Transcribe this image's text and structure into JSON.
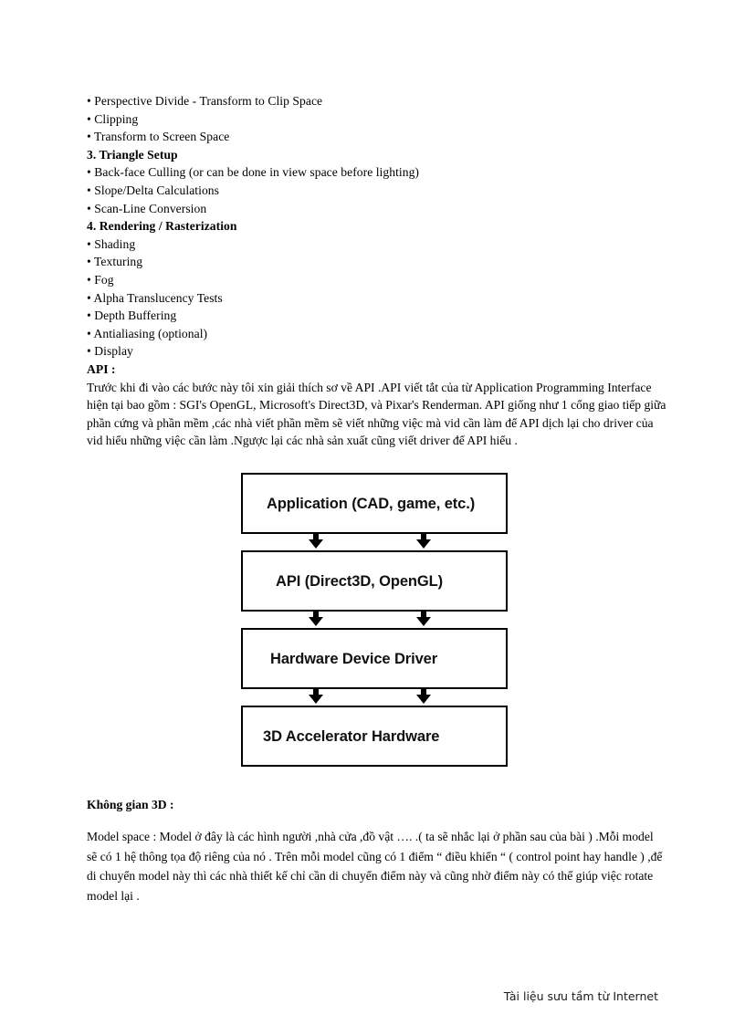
{
  "document": {
    "pipeline_lines": [
      {
        "text": "• Perspective Divide - Transform to Clip Space",
        "bold": false
      },
      {
        "text": "• Clipping",
        "bold": false
      },
      {
        "text": "• Transform to Screen Space",
        "bold": false
      },
      {
        "text": "3. Triangle Setup",
        "bold": true
      },
      {
        "text": "• Back-face Culling (or can be done in view space before lighting)",
        "bold": false
      },
      {
        "text": "• Slope/Delta Calculations",
        "bold": false
      },
      {
        "text": "• Scan-Line Conversion",
        "bold": false
      },
      {
        "text": "4. Rendering / Rasterization",
        "bold": true
      },
      {
        "text": "• Shading",
        "bold": false
      },
      {
        "text": "• Texturing",
        "bold": false
      },
      {
        "text": "• Fog",
        "bold": false
      },
      {
        "text": "• Alpha Translucency Tests",
        "bold": false
      },
      {
        "text": "• Depth Buffering",
        "bold": false
      },
      {
        "text": "• Antialiasing (optional)",
        "bold": false
      },
      {
        "text": "• Display",
        "bold": false
      },
      {
        "text": "API :",
        "bold": true
      }
    ],
    "api_paragraph": "Trước khi đi vào các bước này tôi xin giải thích sơ về API .API viết tắt của từ Application Programming Interface hiện tại bao gồm : SGI's OpenGL, Microsoft's Direct3D, và Pixar's Renderman. API giống như 1 cổng giao tiếp giữa phần cứng và phần mềm ,các nhà viết phần mềm sẽ viết những việc mà vid cần làm để API dịch lại cho driver của vid hiểu những việc cần làm .Ngược lại các nhà sản xuất cũng viết driver để API hiểu .",
    "diagram": {
      "boxes": [
        {
          "label": "Application (CAD, game, etc.)"
        },
        {
          "label": "API (Direct3D, OpenGL)"
        },
        {
          "label": "Hardware Device Driver"
        },
        {
          "label": "3D Accelerator Hardware"
        }
      ]
    },
    "section_heading": "Không gian 3D :",
    "model_space_paragraph": "Model space : Model ở đây là các hình người ,nhà cửa ,đồ vật …. .( ta sẽ nhắc lại ở phần sau của bài ) .Mỗi model sẽ có 1 hệ thông tọa độ riêng của nó . Trên mỗi model cũng có 1 điểm “ điều khiển “ ( control point hay handle ) ,để di chuyển model này thì các nhà thiết kế chỉ cần di chuyển điểm này và cũng nhờ điểm này có thể giúp việc rotate model lại .",
    "footer": "Tài liệu sưu tầm từ Internet"
  }
}
